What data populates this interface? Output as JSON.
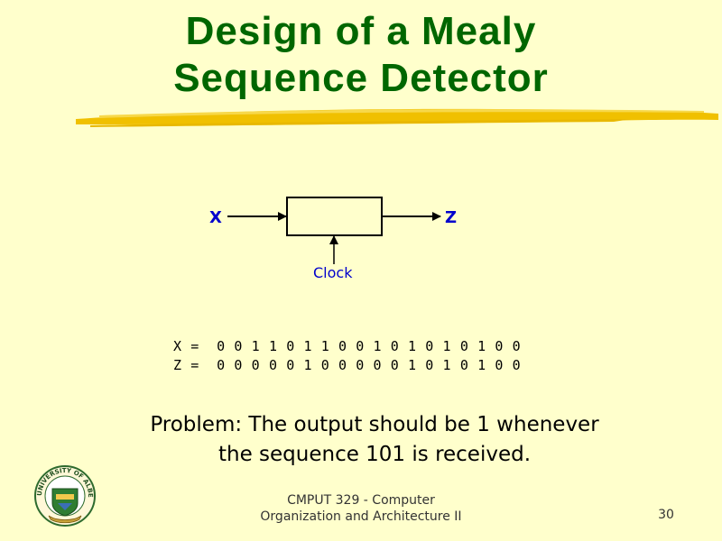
{
  "title": {
    "line1": "Design of a  Mealy",
    "line2": "Sequence Detector"
  },
  "diagram": {
    "input_label": "X",
    "output_label": "Z",
    "clock_label": "Clock"
  },
  "sequences": {
    "x_row": "X =  0 0 1 1 0 1 1 0 0 1 0 1 0 1 0 1 0 0",
    "z_row": "Z =  0 0 0 0 0 1 0 0 0 0 0 1 0 1 0 1 0 0"
  },
  "problem": {
    "line1": "Problem: The output should be 1 whenever",
    "line2": "the sequence 101 is received."
  },
  "footer": {
    "course_line1": "CMPUT 329 - Computer",
    "course_line2": "Organization and Architecture II",
    "page_number": "30"
  },
  "colors": {
    "title": "#006600",
    "background": "#ffffcc",
    "diagram_labels": "#0000cc",
    "underline": "#f0c000"
  },
  "logo": {
    "icon": "university-crest-icon",
    "text": "UNIVERSITY OF ALBERTA"
  }
}
